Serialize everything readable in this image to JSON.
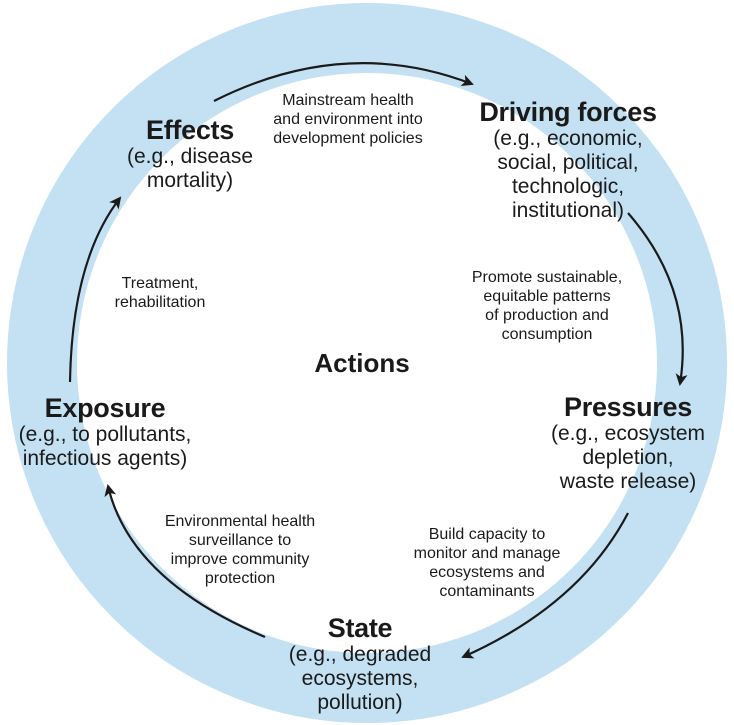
{
  "diagram": {
    "center_label": "Actions",
    "nodes": {
      "effects": {
        "title": "Effects",
        "detail": [
          "(e.g., disease",
          "mortality)"
        ]
      },
      "driving_forces": {
        "title": "Driving forces",
        "detail": [
          "(e.g., economic,",
          "social, political,",
          "technologic,",
          "institutional)"
        ]
      },
      "pressures": {
        "title": "Pressures",
        "detail": [
          "(e.g., ecosystem",
          "depletion,",
          "waste release)"
        ]
      },
      "state": {
        "title": "State",
        "detail": [
          "(e.g., degraded",
          "ecosystems,",
          "pollution)"
        ]
      },
      "exposure": {
        "title": "Exposure",
        "detail": [
          "(e.g., to pollutants,",
          "infectious agents)"
        ]
      }
    },
    "actions": {
      "effects_to_driving": [
        "Mainstream health",
        "and environment into",
        "development policies"
      ],
      "driving_to_pressures": [
        "Promote sustainable,",
        "equitable patterns",
        "of production and",
        "consumption"
      ],
      "pressures_to_state": [
        "Build capacity to",
        "monitor and manage",
        "ecosystems and",
        "contaminants"
      ],
      "state_to_exposure": [
        "Environmental health",
        "surveillance to",
        "improve community",
        "protection"
      ],
      "exposure_to_effects": [
        "Treatment,",
        "rehabilitation"
      ]
    },
    "colors": {
      "ring": "#c3e1f3",
      "arrow": "#1a1a1a",
      "text": "#1a1a1a",
      "background": "#ffffff"
    }
  }
}
